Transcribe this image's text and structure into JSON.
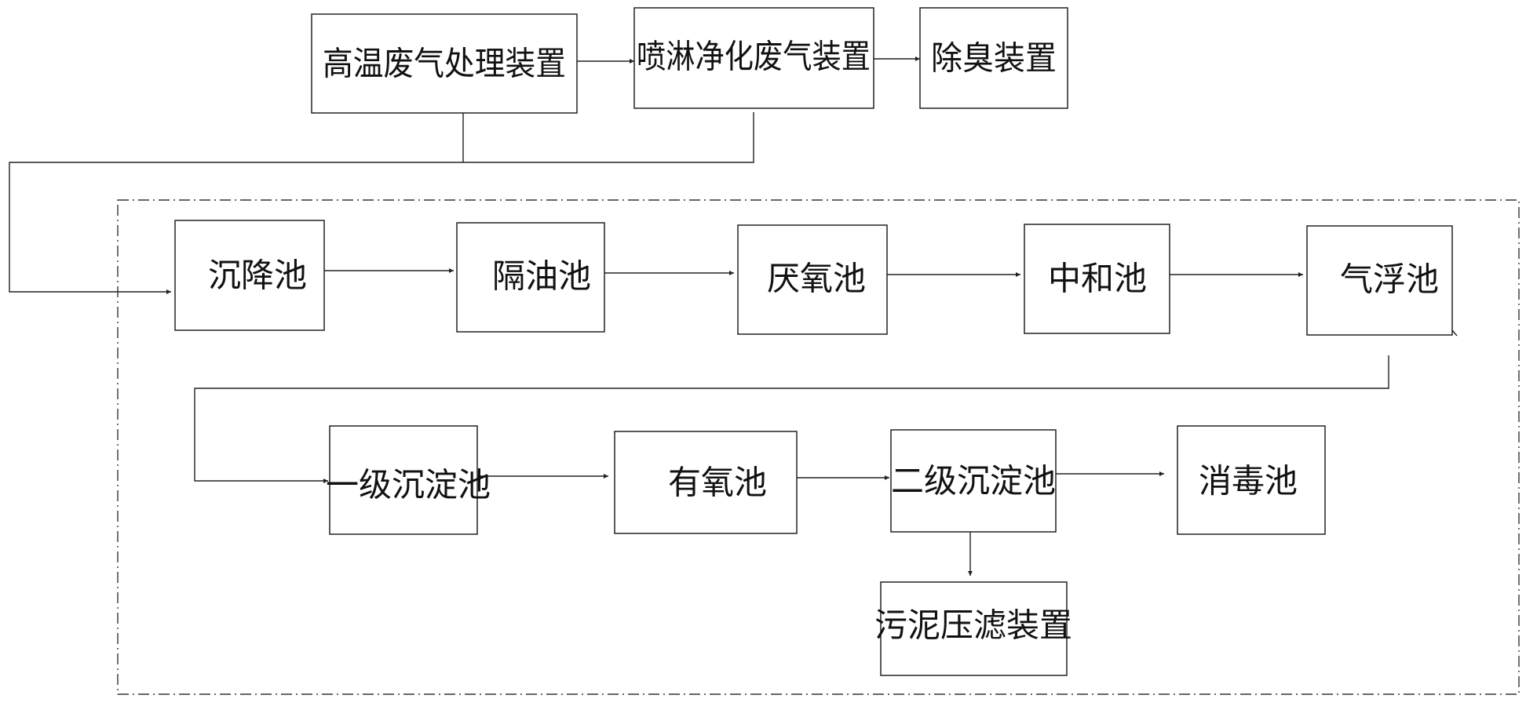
{
  "gas_line": {
    "high_temp_exhaust": "高温废气处理装置",
    "spray_purification": "喷淋净化废气装置",
    "deodorization": "除臭装置"
  },
  "water_row1": {
    "settling_tank": "沉降池",
    "oil_separation_tank": "隔油池",
    "anaerobic_tank": "厌氧池",
    "neutralization_tank": "中和池",
    "air_flotation_tank": "气浮池"
  },
  "water_row2": {
    "primary_sedimentation_tank": "一级沉淀池",
    "aerobic_tank": "有氧池",
    "secondary_sedimentation_tank": "二级沉淀池",
    "disinfection_tank": "消毒池"
  },
  "sludge": {
    "filter_press": "污泥压滤装置"
  }
}
